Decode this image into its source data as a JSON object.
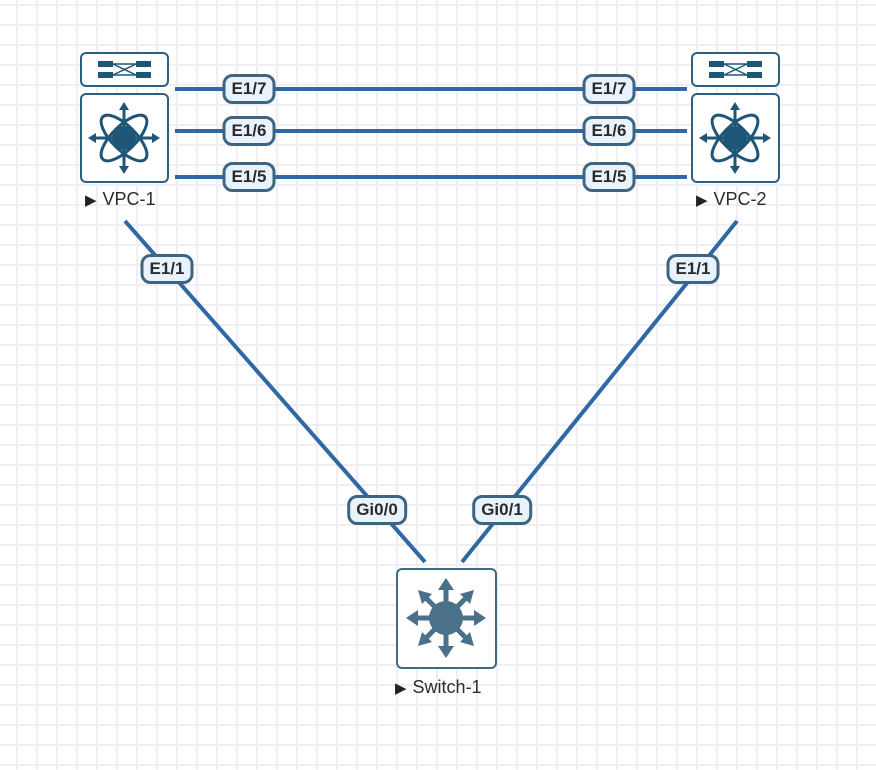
{
  "diagram": {
    "colors": {
      "link": "#2f68a5",
      "node_stroke": "#2e5f7c",
      "node_fill": "#1e5677",
      "switch_fill": "#4a7189",
      "pill_bg": "#e8f3fd",
      "pill_border": "#3d6582",
      "grid": "#efeef2"
    },
    "nodes": [
      {
        "id": "vpc1",
        "label": "VPC-1",
        "type": "nexus-switch",
        "icon": "nexus-switch-icon"
      },
      {
        "id": "vpc2",
        "label": "VPC-2",
        "type": "nexus-switch",
        "icon": "nexus-switch-icon"
      },
      {
        "id": "switch1",
        "label": "Switch-1",
        "type": "layer3-switch",
        "icon": "layer3-switch-icon"
      }
    ],
    "links": [
      {
        "from": "vpc1",
        "from_port": "E1/7",
        "to": "vpc2",
        "to_port": "E1/7"
      },
      {
        "from": "vpc1",
        "from_port": "E1/6",
        "to": "vpc2",
        "to_port": "E1/6"
      },
      {
        "from": "vpc1",
        "from_port": "E1/5",
        "to": "vpc2",
        "to_port": "E1/5"
      },
      {
        "from": "vpc1",
        "from_port": "E1/1",
        "to": "switch1",
        "to_port": "Gi0/0"
      },
      {
        "from": "vpc2",
        "from_port": "E1/1",
        "to": "switch1",
        "to_port": "Gi0/1"
      }
    ],
    "expand_glyph": "▶"
  }
}
